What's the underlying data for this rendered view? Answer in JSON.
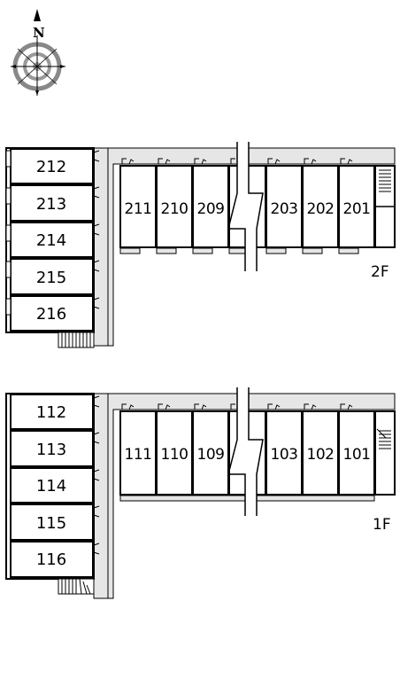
{
  "compass": {
    "north_label": "N",
    "icon": "compass-rose-icon"
  },
  "floors": [
    {
      "label": "2F",
      "wing_units": [
        "212",
        "213",
        "214",
        "215",
        "216"
      ],
      "row_units": [
        "211",
        "210",
        "209",
        "203",
        "202",
        "201"
      ]
    },
    {
      "label": "1F",
      "wing_units": [
        "112",
        "113",
        "114",
        "115",
        "116"
      ],
      "row_units": [
        "111",
        "110",
        "109",
        "103",
        "102",
        "101"
      ]
    }
  ],
  "colors": {
    "corridor": "#e6e6e6",
    "wall": "#000000",
    "compass_ring": "#888888"
  }
}
